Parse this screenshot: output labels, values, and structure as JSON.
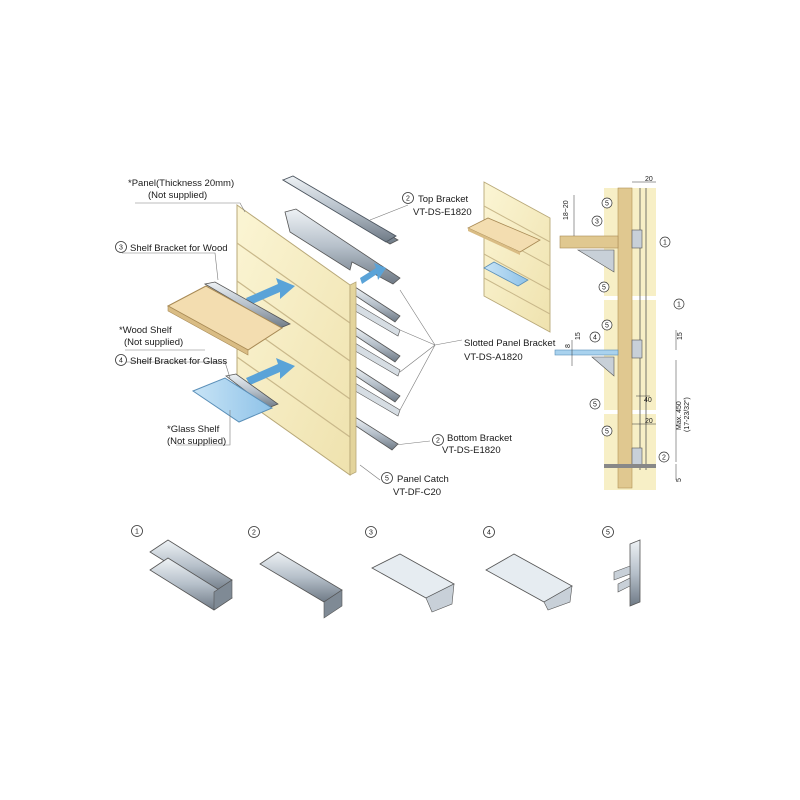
{
  "callouts": {
    "panel": {
      "line1": "*Panel(Thickness 20mm)",
      "line2": "(Not supplied)"
    },
    "top_bracket": {
      "num": "2",
      "name": "Top Bracket",
      "code": "VT-DS-E1820"
    },
    "shelf_bracket_wood": {
      "num": "3",
      "name": "Shelf Bracket for Wood"
    },
    "wood_shelf": {
      "line1": "*Wood Shelf",
      "line2": "(Not supplied)"
    },
    "shelf_bracket_glass": {
      "num": "4",
      "name": "Shelf Bracket for Glass"
    },
    "glass_shelf": {
      "line1": "*Glass Shelf",
      "line2": "(Not supplied)"
    },
    "slotted_panel": {
      "name": "Slotted Panel Bracket",
      "code": "VT-DS-A1820"
    },
    "bottom_bracket": {
      "num": "2",
      "name": "Bottom Bracket",
      "code": "VT-DS-E1820"
    },
    "panel_catch": {
      "num": "5",
      "name": "Panel Catch",
      "code": "VT-DF-C20"
    }
  },
  "section": {
    "dims": {
      "top_20": "20",
      "range_18_20": "18~20",
      "mid_15": "15",
      "mid_8": "8",
      "mid_15b": "15",
      "depth_40": "40",
      "max_450": "Max. 450",
      "max_450_inch": "(17-23/32\")",
      "bottom_20": "20",
      "bottom_5": "5"
    },
    "markers": [
      "5",
      "3",
      "1",
      "5",
      "5",
      "1",
      "4",
      "5",
      "5",
      "2"
    ]
  },
  "parts": [
    {
      "num": "1"
    },
    {
      "num": "2"
    },
    {
      "num": "3"
    },
    {
      "num": "4"
    },
    {
      "num": "5"
    }
  ],
  "colors": {
    "panel": "#f5ecc0",
    "panel_edge": "#b8a878",
    "metal": "#b9c3cc",
    "arrow": "#5aa3d8",
    "glass": "#a9d2ee",
    "wood": "#f3ddb0"
  }
}
